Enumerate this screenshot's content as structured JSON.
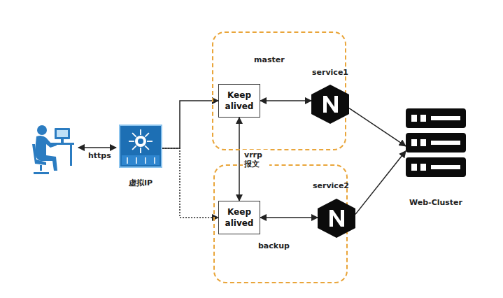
{
  "diagram": {
    "nodes": [
      {
        "text": [
          "虚拟IP"
        ]
      },
      {
        "text": [
          "master"
        ]
      },
      {
        "text": [
          "Keep alived"
        ],
        "in": 1
      },
      {
        "text": [
          "service1"
        ],
        "in": 1
      },
      {
        "text": [
          "backup"
        ]
      },
      {
        "text": [
          "Keep alived"
        ],
        "in": 4
      },
      {
        "text": [
          "service2"
        ],
        "in": 4
      },
      {
        "text": [
          "Web-Cluster"
        ]
      }
    ],
    "edges": [
      {
        "from": 0,
        "to": 2,
        "arrow": "to"
      },
      {
        "from": 0,
        "to": 5,
        "arrow": "to"
      },
      {
        "from": 2,
        "to": 3,
        "arrow": "both"
      },
      {
        "from": 2,
        "to": 5,
        "label": "vrrp 报文",
        "arrow": "both"
      },
      {
        "from": 5,
        "to": 6,
        "arrow": "both"
      },
      {
        "from": 3,
        "to": 7,
        "arrow": "to"
      },
      {
        "from": 6,
        "to": 7,
        "arrow": "to"
      }
    ],
    "labels": [
      "https"
    ]
  }
}
